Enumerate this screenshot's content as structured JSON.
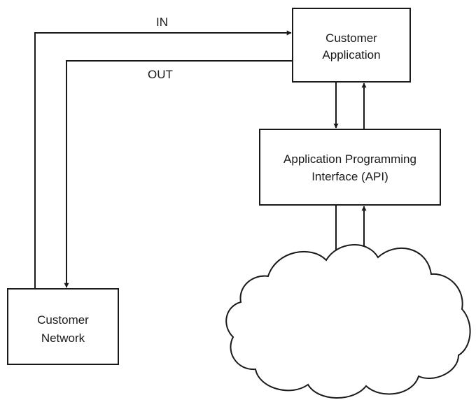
{
  "boxes": {
    "customer_application": {
      "line1": "Customer",
      "line2": "Application"
    },
    "api": {
      "line1": "Application Programming",
      "line2": "Interface (API)"
    },
    "customer_network": {
      "line1": "Customer",
      "line2": "Network"
    }
  },
  "flows": {
    "in_label": "IN",
    "out_label": "OUT"
  },
  "colors": {
    "stroke": "#1a1a1a",
    "background": "#ffffff"
  }
}
